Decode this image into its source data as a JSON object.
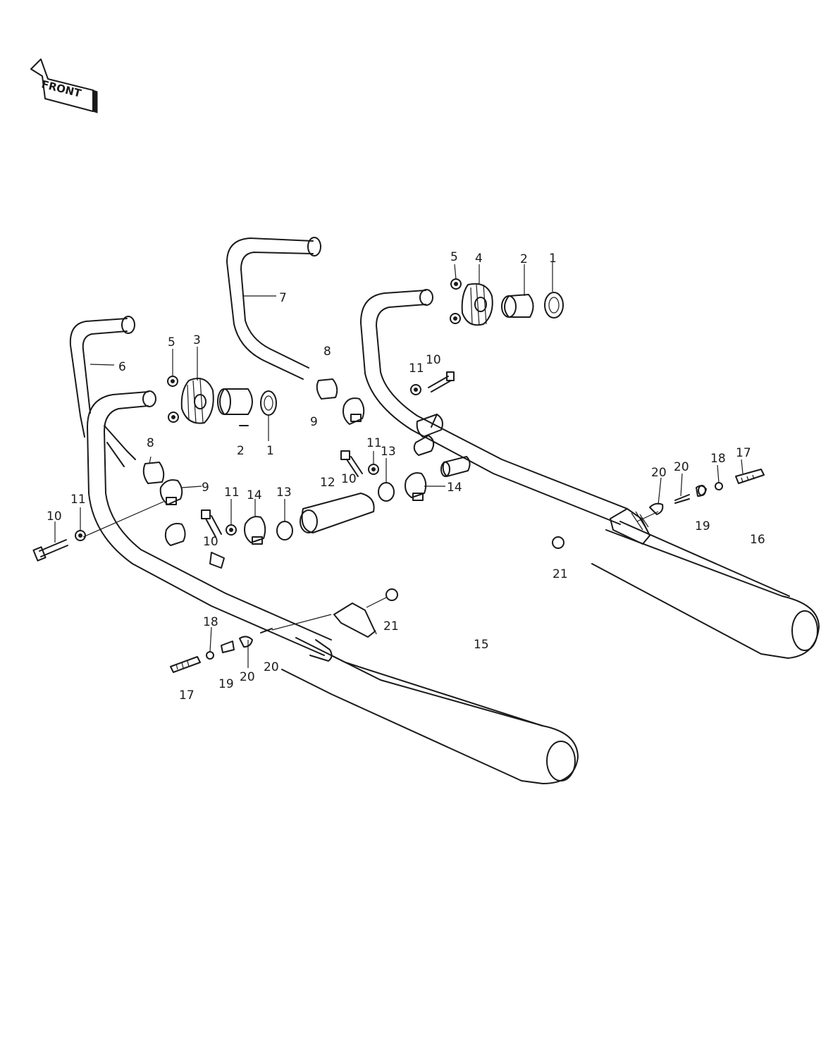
{
  "badge": {
    "front": "FRONT"
  },
  "callouts": {
    "c1a": "1",
    "c2a": "2",
    "c4": "4",
    "c5a": "5",
    "c7": "7",
    "c11a": "11",
    "c10a": "10",
    "c5b": "5",
    "c3": "3",
    "c6": "6",
    "c8a": "8",
    "c8b": "8",
    "c9a": "9",
    "c9b": "9",
    "c2b": "2",
    "c1b": "1",
    "c11b": "11",
    "c13a": "13",
    "c12": "12",
    "c10b": "10",
    "c14a": "14",
    "c10c": "10",
    "c11c": "11",
    "c11d": "11",
    "c14b": "14",
    "c13b": "13",
    "c10d": "10",
    "c17a": "17",
    "c18a": "18",
    "c20a": "20",
    "c20b": "20",
    "c19a": "19",
    "c16": "16",
    "c21a": "21",
    "c21b": "21",
    "c15": "15",
    "c18b": "18",
    "c17b": "17",
    "c19b": "19",
    "c20c": "20",
    "c20d": "20"
  }
}
